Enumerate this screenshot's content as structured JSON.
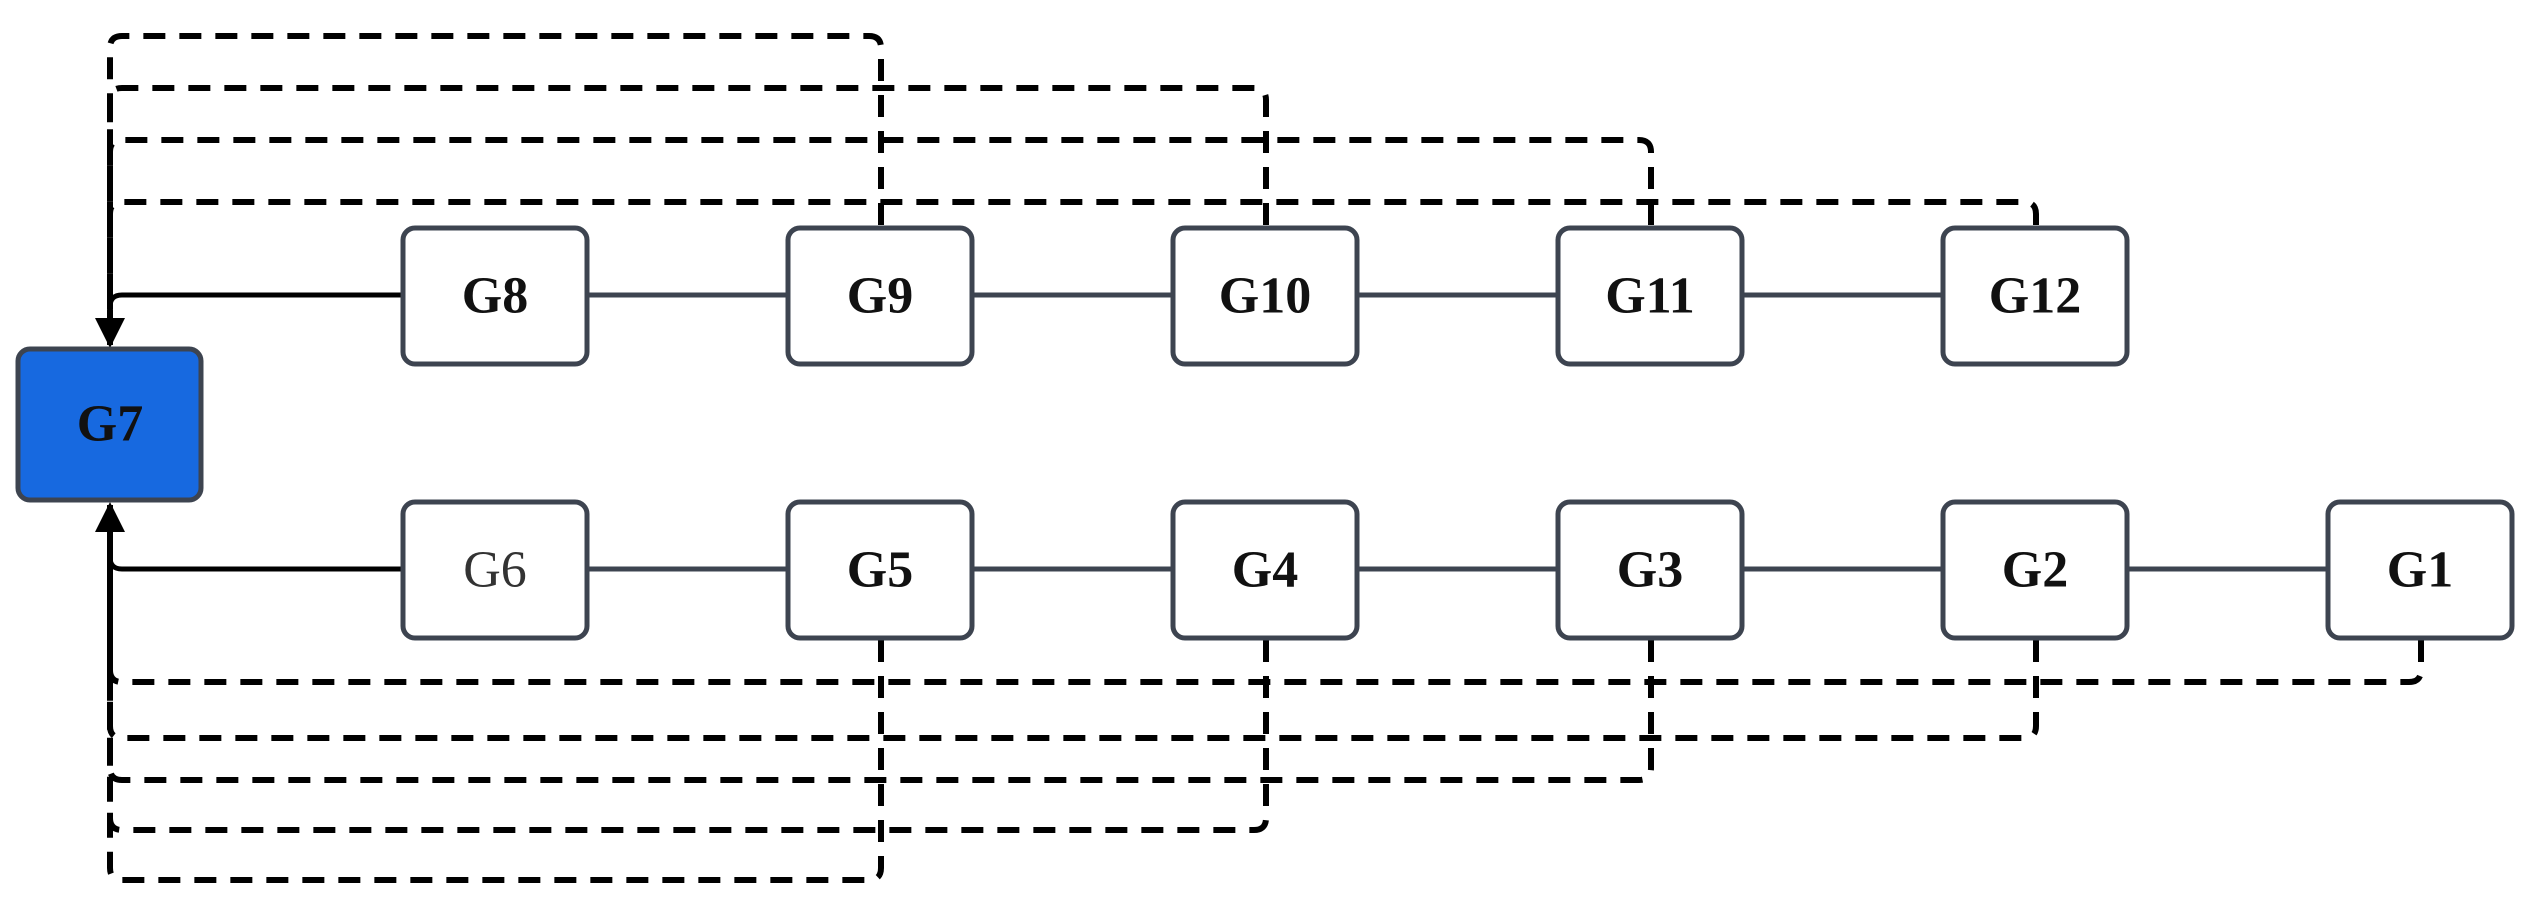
{
  "hub": {
    "label": "G7",
    "color": "#1769e0"
  },
  "top_row": [
    {
      "id": "g8",
      "label": "G8",
      "weight": "bold"
    },
    {
      "id": "g9",
      "label": "G9",
      "weight": "bold"
    },
    {
      "id": "g10",
      "label": "G10",
      "weight": "bold"
    },
    {
      "id": "g11",
      "label": "G11",
      "weight": "bold"
    },
    {
      "id": "g12",
      "label": "G12",
      "weight": "bold"
    }
  ],
  "bottom_row": [
    {
      "id": "g6",
      "label": "G6",
      "weight": "normal"
    },
    {
      "id": "g5",
      "label": "G5",
      "weight": "bold"
    },
    {
      "id": "g4",
      "label": "G4",
      "weight": "bold"
    },
    {
      "id": "g3",
      "label": "G3",
      "weight": "bold"
    },
    {
      "id": "g2",
      "label": "G2",
      "weight": "bold"
    },
    {
      "id": "g1",
      "label": "G1",
      "weight": "bold"
    }
  ],
  "edges": {
    "solid_to_hub": [
      "G8",
      "G6"
    ],
    "dashed_to_hub": [
      "G9",
      "G10",
      "G11",
      "G12",
      "G5",
      "G4",
      "G3",
      "G2",
      "G1"
    ]
  }
}
